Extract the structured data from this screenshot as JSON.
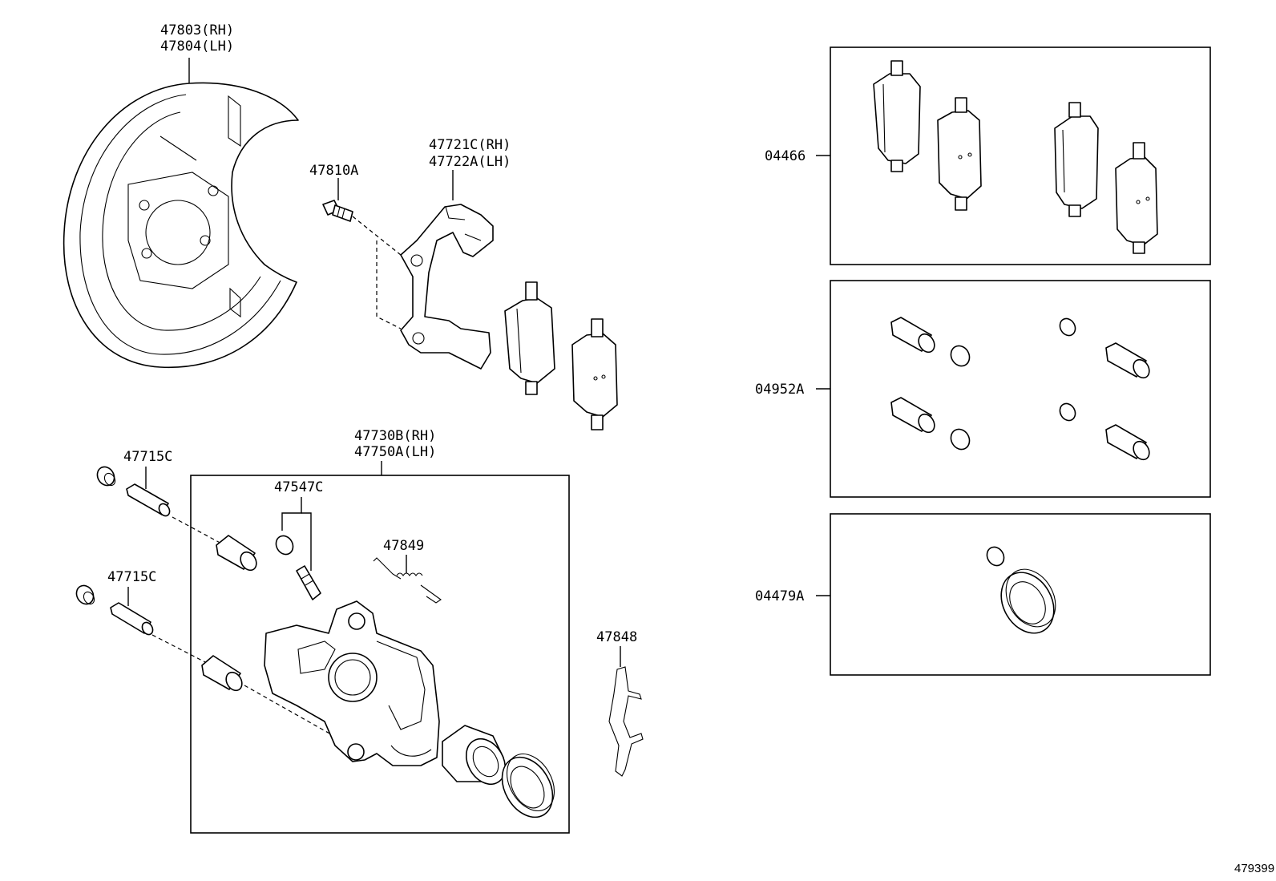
{
  "callouts": {
    "shield": [
      "47803(RH)",
      "47804(LH)"
    ],
    "bolt": "47810A",
    "mounting": [
      "47721C(RH)",
      "47722A(LH)"
    ],
    "caliper": [
      "47730B(RH)",
      "47750A(LH)"
    ],
    "pin_upper": "47715C",
    "pin_lower": "47715C",
    "bleeder": "47547C",
    "spring": "47849",
    "clip": "47848",
    "pad_kit": "04466",
    "boot_kit": "04952A",
    "cylinder_kit": "04479A"
  },
  "figure_number": "479399"
}
